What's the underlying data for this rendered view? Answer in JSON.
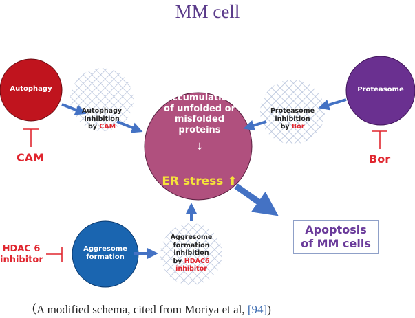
{
  "title": "MM cell",
  "nodes": {
    "autophagy": {
      "label": "Autophagy",
      "color": "#c0141e"
    },
    "proteasome": {
      "label": "Proteasome",
      "color": "#6a3090"
    },
    "aggresome": {
      "label_line1": "Aggresome",
      "label_line2": "formation",
      "color": "#1a65b0"
    },
    "center": {
      "line1": "Accumulation",
      "line2": "of unfolded or",
      "line3": "misfolded",
      "line4": "proteins",
      "arrow": "↓",
      "er_stress": "ER stress",
      "up_arrow": "⬆",
      "color": "#b0507e"
    }
  },
  "inhibition_nodes": {
    "autophagy": {
      "line1": "Autophagy",
      "line2": "Inhibition",
      "by": "by",
      "drug": "CAM"
    },
    "proteasome": {
      "line1": "Proteasome",
      "line2": "inhibition",
      "by": "by",
      "drug": "Bor"
    },
    "aggresome": {
      "line1": "Aggresome",
      "line2": "formation",
      "line3": "inhibition",
      "by": "by",
      "drug_line1": "HDAC6",
      "drug_line2": "inhibitor"
    }
  },
  "inhibitors": {
    "cam": "CAM",
    "bor": "Bor",
    "hdac_line1": "HDAC 6",
    "hdac_line2": "inhibitor"
  },
  "outcome": {
    "line1": "Apoptosis",
    "line2": "of MM cells"
  },
  "caption": {
    "text": "（A modified schema, cited from Moriya et al, ",
    "ref": "[94]",
    "close": ")"
  },
  "colors": {
    "arrow": "#4472c4",
    "inhibitor": "#e0262f",
    "title": "#5a3a8a",
    "hatch": "#b8c4dc"
  }
}
